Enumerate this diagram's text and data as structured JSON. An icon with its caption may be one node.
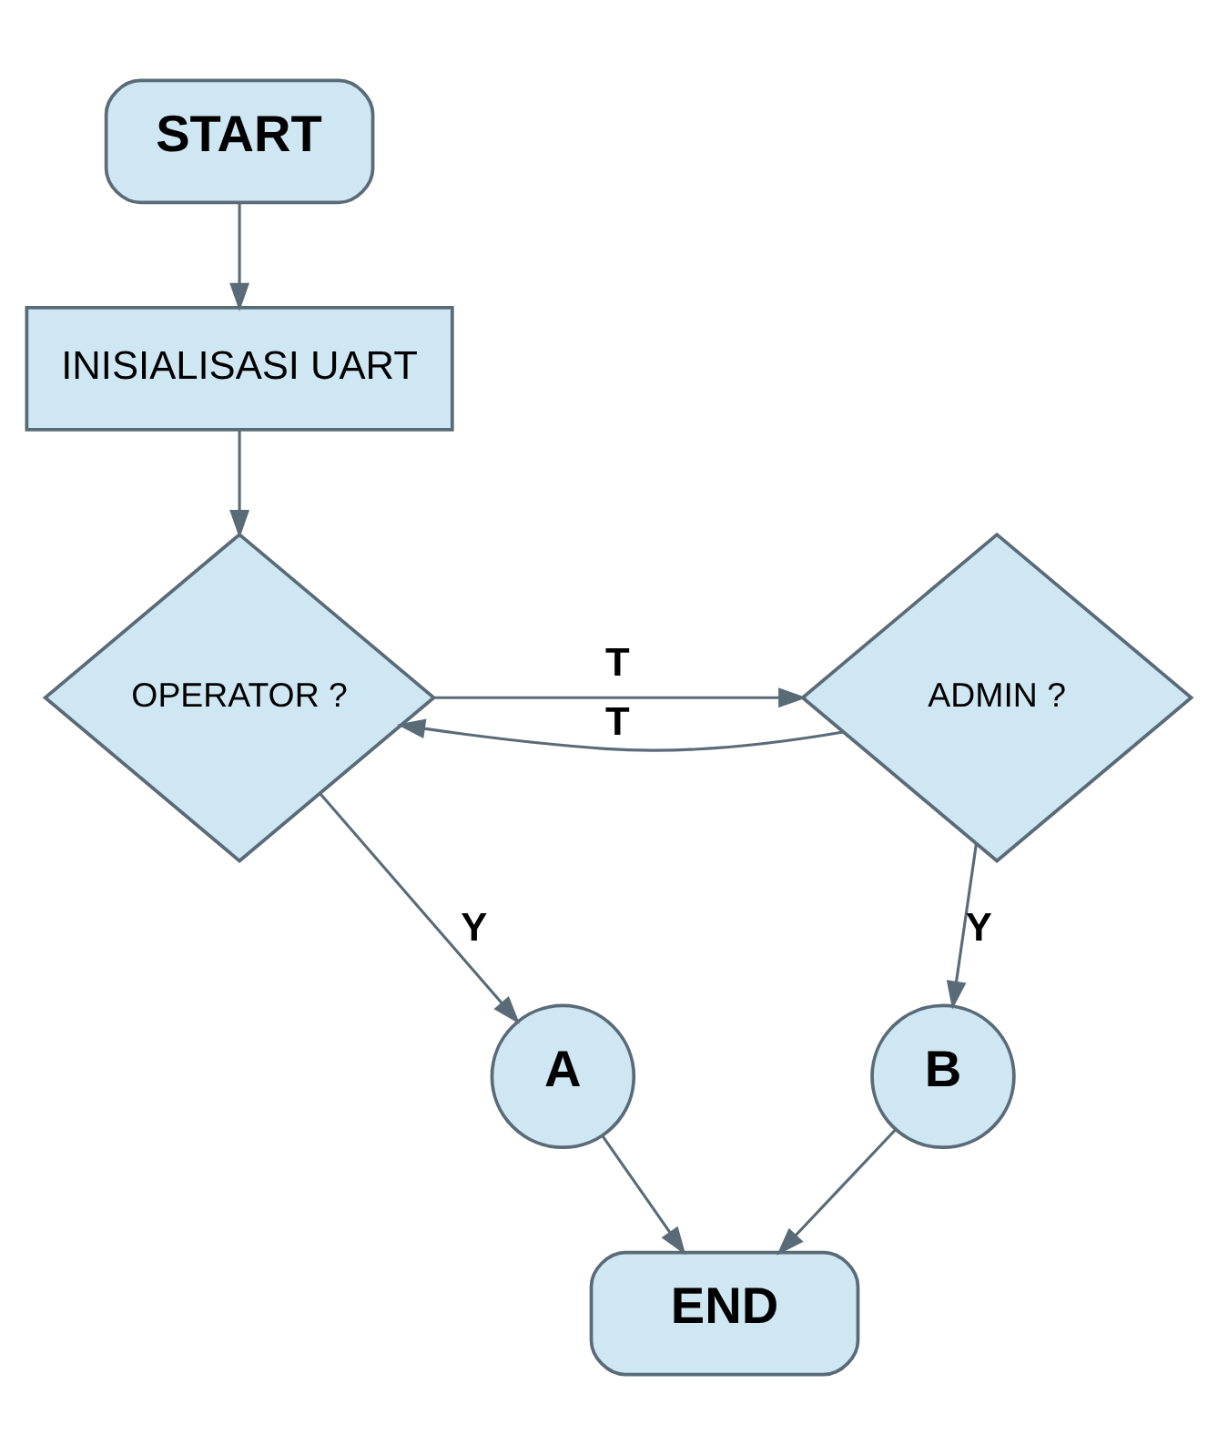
{
  "diagram": {
    "nodes": [
      {
        "text": [
          "START"
        ]
      },
      {
        "text": [
          "INISIALISASI UART"
        ]
      },
      {
        "text": [
          "OPERATOR ?"
        ]
      },
      {
        "text": [
          "ADMIN ?"
        ]
      },
      {
        "text": [
          "A"
        ]
      },
      {
        "text": [
          "B"
        ]
      },
      {
        "text": [
          "END"
        ]
      }
    ],
    "edges": [
      {
        "from": 0,
        "to": 1,
        "arrow": "to"
      },
      {
        "from": 1,
        "to": 2,
        "arrow": "to"
      },
      {
        "from": 2,
        "to": 3,
        "arrow": "to",
        "label": "T"
      },
      {
        "from": 3,
        "to": 2,
        "arrow": "to",
        "label": "T"
      },
      {
        "from": 2,
        "to": 4,
        "arrow": "to",
        "label": "Y"
      },
      {
        "from": 3,
        "to": 5,
        "arrow": "to",
        "label": "Y"
      },
      {
        "from": 4,
        "to": 6,
        "arrow": "to"
      },
      {
        "from": 5,
        "to": 6,
        "arrow": "to"
      }
    ]
  }
}
